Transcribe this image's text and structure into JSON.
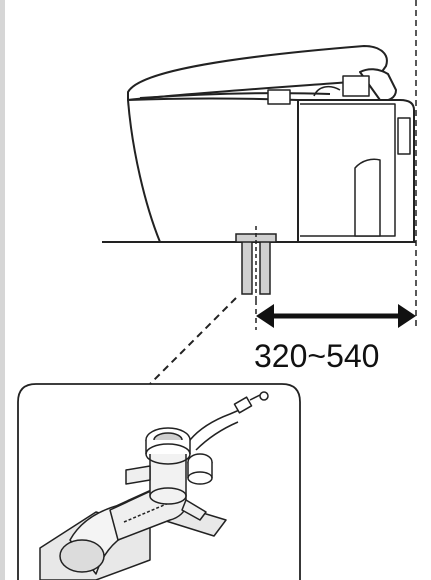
{
  "dimension": {
    "range_label": "320~540"
  },
  "icons": {
    "toilet": "wall-mounted-toilet-side-view",
    "drain_pipe": "floor-drain-pipe",
    "adapter_part": "drain-adapter-part"
  }
}
